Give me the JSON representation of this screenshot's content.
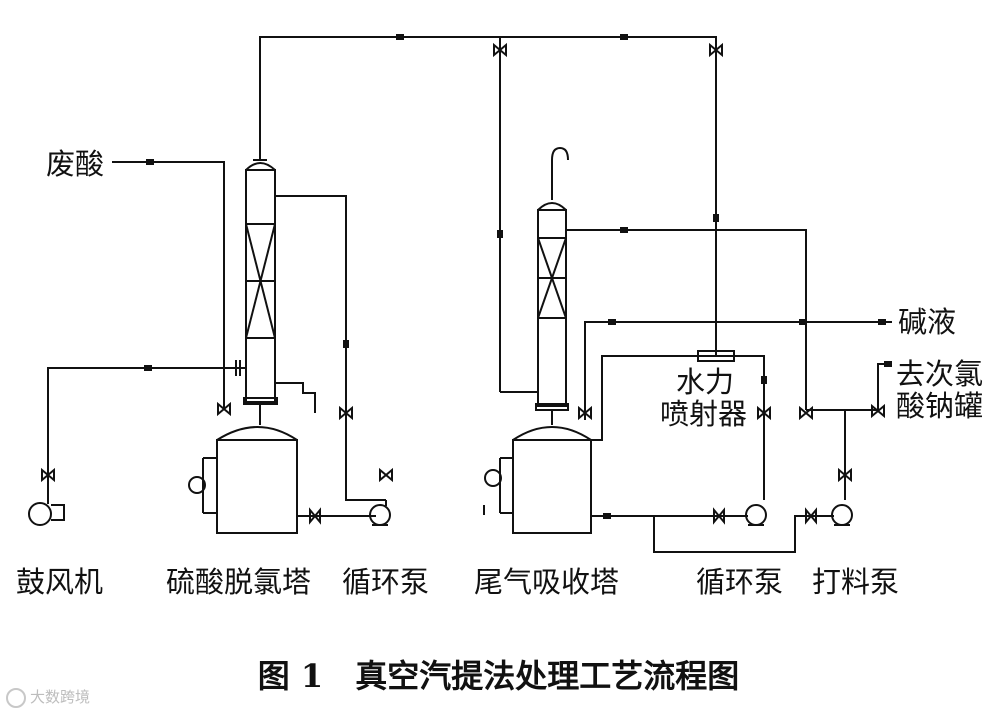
{
  "labels": {
    "waste_acid": "废酸",
    "blower": "鼓风机",
    "h2so4_tower": "硫酸脱氯塔",
    "circ_pump_1": "循环泵",
    "tail_gas_tower": "尾气吸收塔",
    "water_jet_line1": "水力",
    "water_jet_line2": "喷射器",
    "alkali": "碱液",
    "naclo_line1": "去次氯",
    "naclo_line2": "酸钠罐",
    "circ_pump_2": "循环泵",
    "feed_pump": "打料泵"
  },
  "caption": "图 1　真空汽提法处理工艺流程图",
  "watermark": "大数跨境"
}
